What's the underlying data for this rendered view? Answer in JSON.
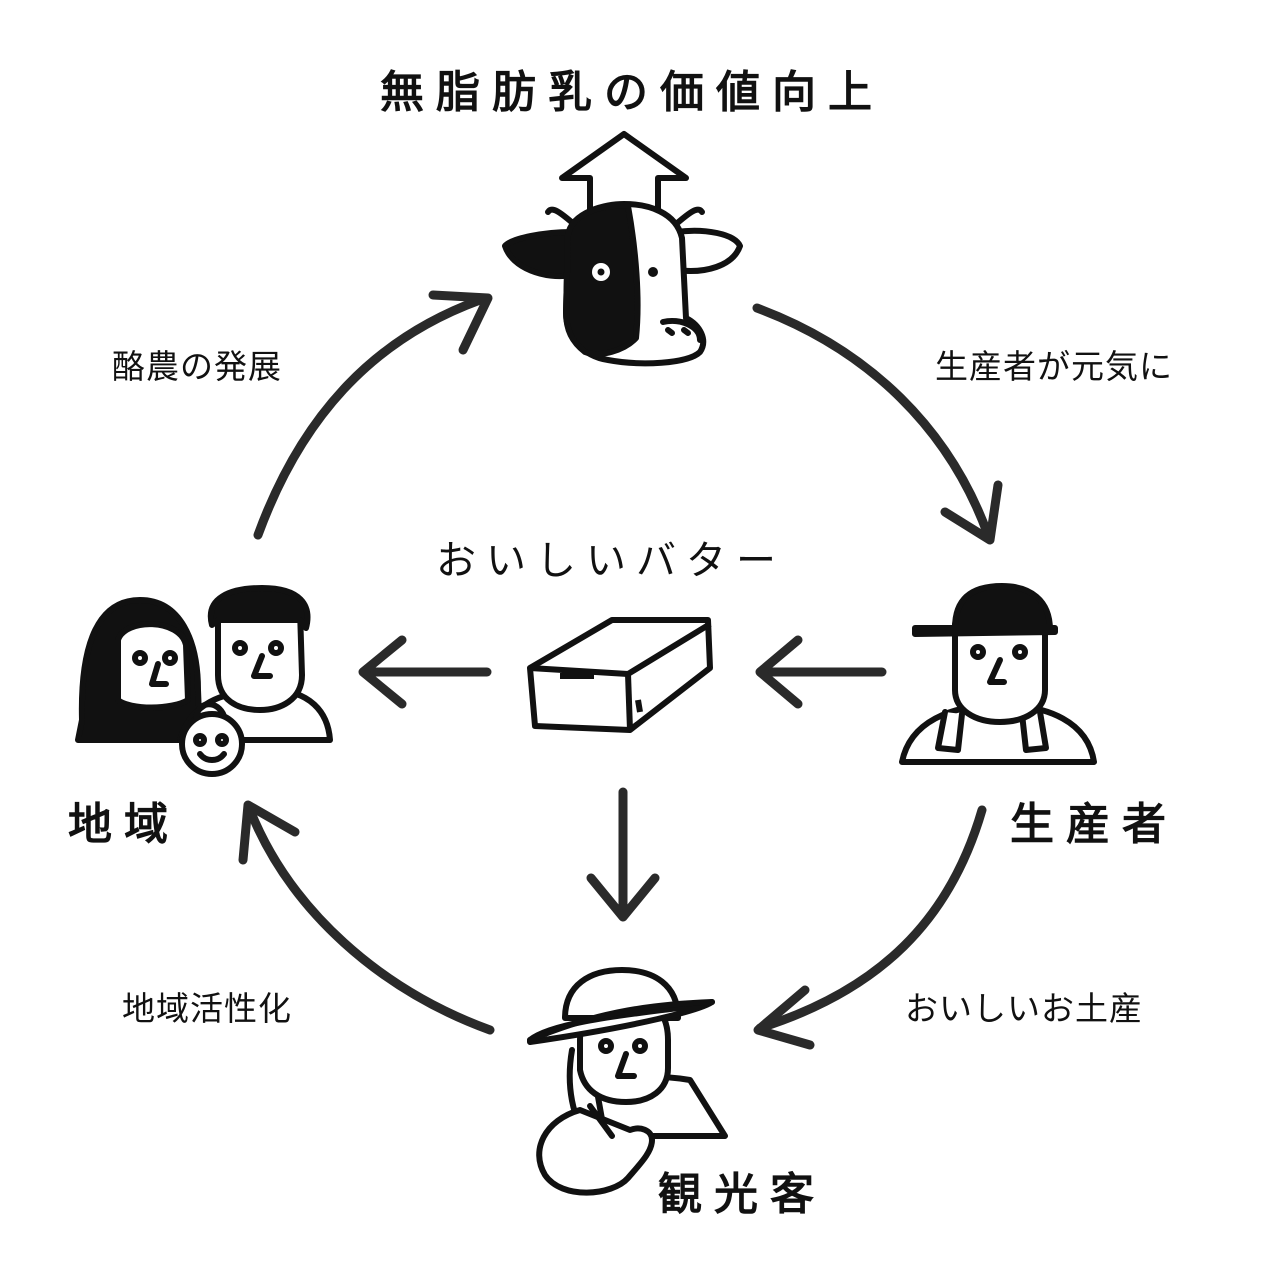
{
  "diagram": {
    "nodes": {
      "milk_value": "無脂肪乳の価値向上",
      "butter": "おいしいバター",
      "producer": "生産者",
      "region": "地域",
      "tourist": "観光客"
    },
    "edges": {
      "dairy_development": "酪農の発展",
      "producers_energized": "生産者が元気に",
      "tasty_souvenir": "おいしいお土産",
      "regional_revitalization": "地域活性化"
    },
    "icons": [
      "cow-icon",
      "up-arrow-icon",
      "butter-icon",
      "producer-icon",
      "family-icon",
      "tourist-icon"
    ]
  }
}
